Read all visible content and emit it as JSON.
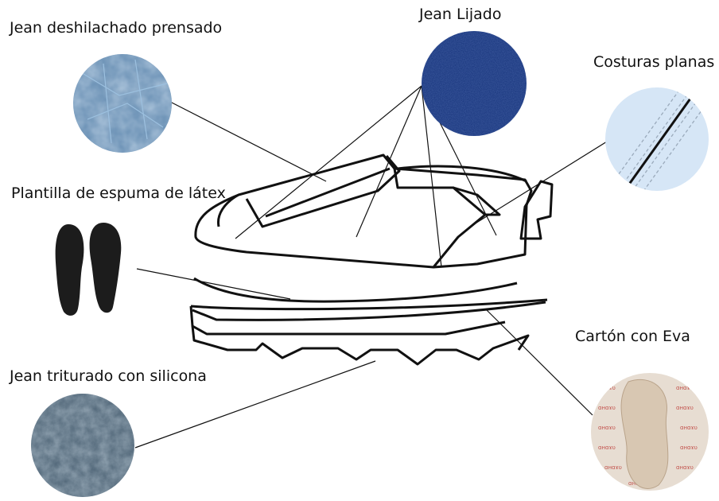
{
  "labels": {
    "jean_deshilachado": "Jean deshilachado prensado",
    "jean_lijado": "Jean Lijado",
    "costuras": "Costuras planas",
    "plantilla": "Plantilla de espuma de látex",
    "carton": "Cartón con Eva",
    "jean_triturado": "Jean triturado con silicona"
  },
  "swatches": {
    "jean_deshilachado": {
      "base": "#5d86ad",
      "accent": "#9cc0df",
      "dark": "#2e4f72"
    },
    "jean_lijado": {
      "base": "#15327a",
      "accent": "#2f56a8",
      "dark": "#0b1f55"
    },
    "costuras": {
      "base": "#d6e6f6",
      "accent": "#9aaabb",
      "dark": "#111111"
    },
    "carton": {
      "base": "#e7ddd2",
      "accent": "#c2504a",
      "dark": "#d8c7b2"
    },
    "jean_triturado": {
      "base": "#4d6375",
      "accent": "#7d93a5",
      "dark": "#2a3b49"
    },
    "plantilla": {
      "base": "#1c1c1c",
      "accent": "#3a3a3a",
      "dark": "#000000"
    }
  }
}
